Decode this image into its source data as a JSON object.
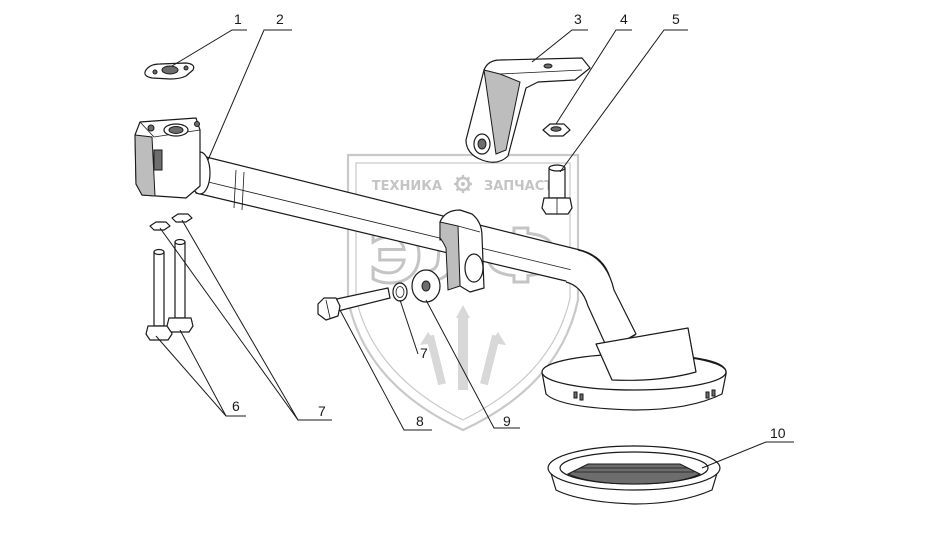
{
  "watermark": {
    "top_left": "ТЕХНИКА",
    "top_right": "ЗАПЧАСТИ",
    "logo": "ЭЛФ",
    "color": "#cccccc"
  },
  "callouts": [
    {
      "id": "c1",
      "label": "1"
    },
    {
      "id": "c2",
      "label": "2"
    },
    {
      "id": "c3",
      "label": "3"
    },
    {
      "id": "c4",
      "label": "4"
    },
    {
      "id": "c5",
      "label": "5"
    },
    {
      "id": "c6",
      "label": "6"
    },
    {
      "id": "c7a",
      "label": "7"
    },
    {
      "id": "c7b",
      "label": "7"
    },
    {
      "id": "c8",
      "label": "8"
    },
    {
      "id": "c9",
      "label": "9"
    },
    {
      "id": "c10",
      "label": "10"
    }
  ],
  "icons": [
    "gear-icon"
  ],
  "colors": {
    "line": "#1a1a1a",
    "watermark": "#cccccc",
    "shade": "#bdbdbd"
  }
}
